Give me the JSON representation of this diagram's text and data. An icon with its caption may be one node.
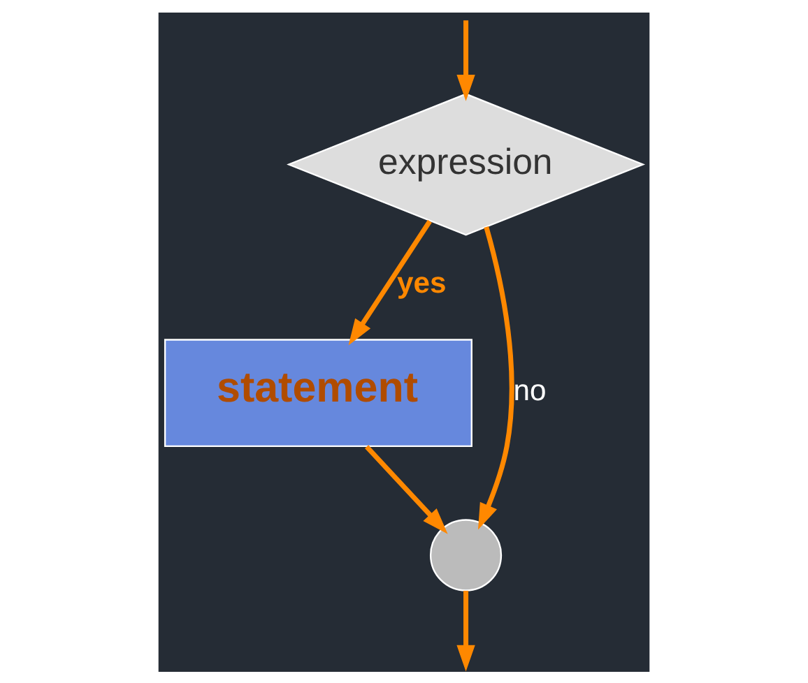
{
  "diagram": {
    "nodes": [
      {
        "text": [
          "expression"
        ]
      },
      {
        "text": [
          "statement"
        ]
      },
      {
        "text": [],
        "shape": "circle"
      }
    ],
    "edges": [
      {
        "from": null,
        "to": 0,
        "arrow": "to"
      },
      {
        "from": 0,
        "to": 1,
        "arrow": "to",
        "label": "yes"
      },
      {
        "from": 0,
        "to": 2,
        "arrow": "to",
        "label": "no"
      },
      {
        "from": 1,
        "to": 2,
        "arrow": "to"
      },
      {
        "from": 2,
        "to": null,
        "arrow": "to"
      }
    ]
  }
}
